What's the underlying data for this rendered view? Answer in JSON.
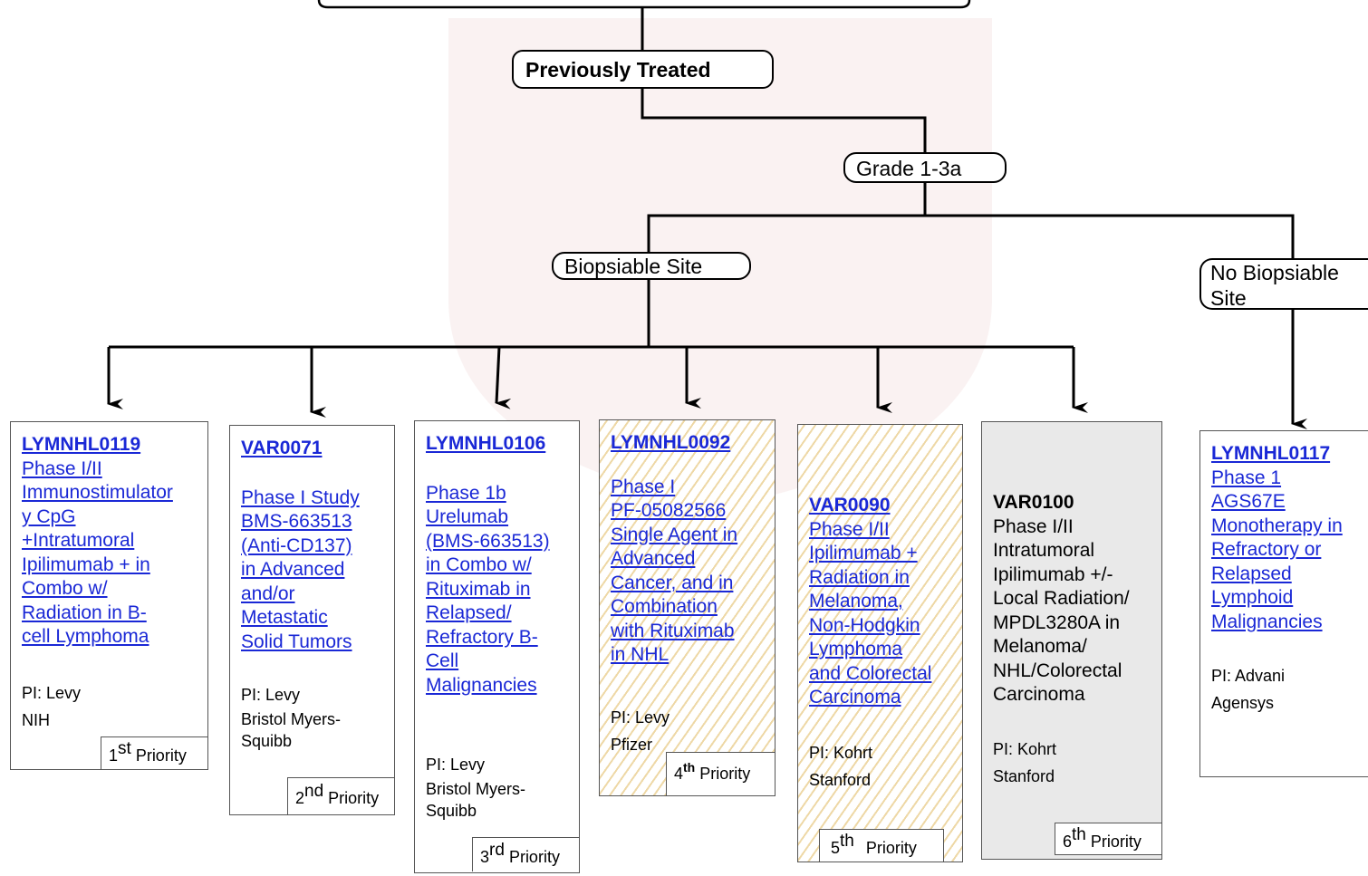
{
  "nodes": {
    "previously_treated": "Previously Treated",
    "grade": "Grade 1-3a",
    "biopsiable": "Biopsiable Site",
    "no_biopsiable_line1": "No Biopsiable",
    "no_biopsiable_line2": "Site"
  },
  "cards": [
    {
      "id": "LYMNHL0119",
      "title_lines": [
        "Phase I/II",
        "Immunostimulator",
        "y CpG",
        "+Intratumoral",
        "Ipilimumab + in",
        "Combo w/",
        "Radiation in B-",
        "cell Lymphoma"
      ],
      "pi": "PI:  Levy",
      "sponsor_lines": [
        "NIH"
      ],
      "priority_num": "1",
      "priority_suffix": "st",
      "priority_word": "Priority",
      "style": "plain"
    },
    {
      "id": "VAR0071",
      "title_lines": [
        "Phase I Study",
        "BMS-663513",
        "(Anti-CD137)",
        "in Advanced",
        "and/or",
        "Metastatic",
        "Solid Tumors"
      ],
      "pi": "PI:  Levy",
      "sponsor_lines": [
        "Bristol Myers-",
        "Squibb"
      ],
      "priority_num": "2",
      "priority_suffix": "nd",
      "priority_word": "Priority",
      "style": "plain"
    },
    {
      "id": "LYMNHL0106",
      "title_lines": [
        "Phase 1b",
        "Urelumab",
        "(BMS-663513)",
        "in Combo w/",
        "Rituximab in",
        "Relapsed/",
        "Refractory B-",
        "Cell",
        "Malignancies"
      ],
      "pi": "PI:  Levy",
      "sponsor_lines": [
        "Bristol Myers-",
        "Squibb"
      ],
      "priority_num": "3",
      "priority_suffix": "rd",
      "priority_word": "Priority",
      "style": "plain"
    },
    {
      "id": "LYMNHL0092",
      "title_lines": [
        "Phase I",
        "PF-05082566",
        "Single Agent in",
        "Advanced",
        "Cancer, and in",
        "Combination",
        "with Rituximab",
        "in NHL"
      ],
      "pi": "PI:  Levy",
      "sponsor_lines": [
        "Pfizer"
      ],
      "priority_num": "4",
      "priority_suffix": "th",
      "priority_word": "Priority",
      "style": "hatch"
    },
    {
      "id": "VAR0090",
      "title_lines": [
        "Phase I/II",
        "Ipilimumab +",
        "Radiation in",
        "Melanoma,",
        "Non-Hodgkin",
        "Lymphoma",
        "and Colorectal",
        "Carcinoma"
      ],
      "pi": "PI:  Kohrt",
      "sponsor_lines": [
        "Stanford"
      ],
      "priority_num": "5",
      "priority_suffix": "th",
      "priority_word": "Priority",
      "style": "hatch"
    },
    {
      "id": "VAR0100",
      "title_lines": [
        "Phase I/II",
        "Intratumoral",
        "Ipilimumab +/-",
        "Local Radiation/",
        "MPDL3280A in",
        "Melanoma/",
        "NHL/Colorectal",
        "Carcinoma"
      ],
      "pi": "PI:  Kohrt",
      "sponsor_lines": [
        "Stanford"
      ],
      "priority_num": "6",
      "priority_suffix": "th",
      "priority_word": "Priority",
      "style": "gray"
    },
    {
      "id": "LYMNHL0117",
      "title_lines": [
        "Phase 1",
        "AGS67E",
        "Monotherapy in",
        "Refractory or",
        "Relapsed",
        "Lymphoid",
        "Malignancies"
      ],
      "pi": "PI:  Advani",
      "sponsor_lines": [
        "Agensys"
      ],
      "priority_num": "",
      "priority_suffix": "",
      "priority_word": "",
      "style": "plain"
    }
  ]
}
